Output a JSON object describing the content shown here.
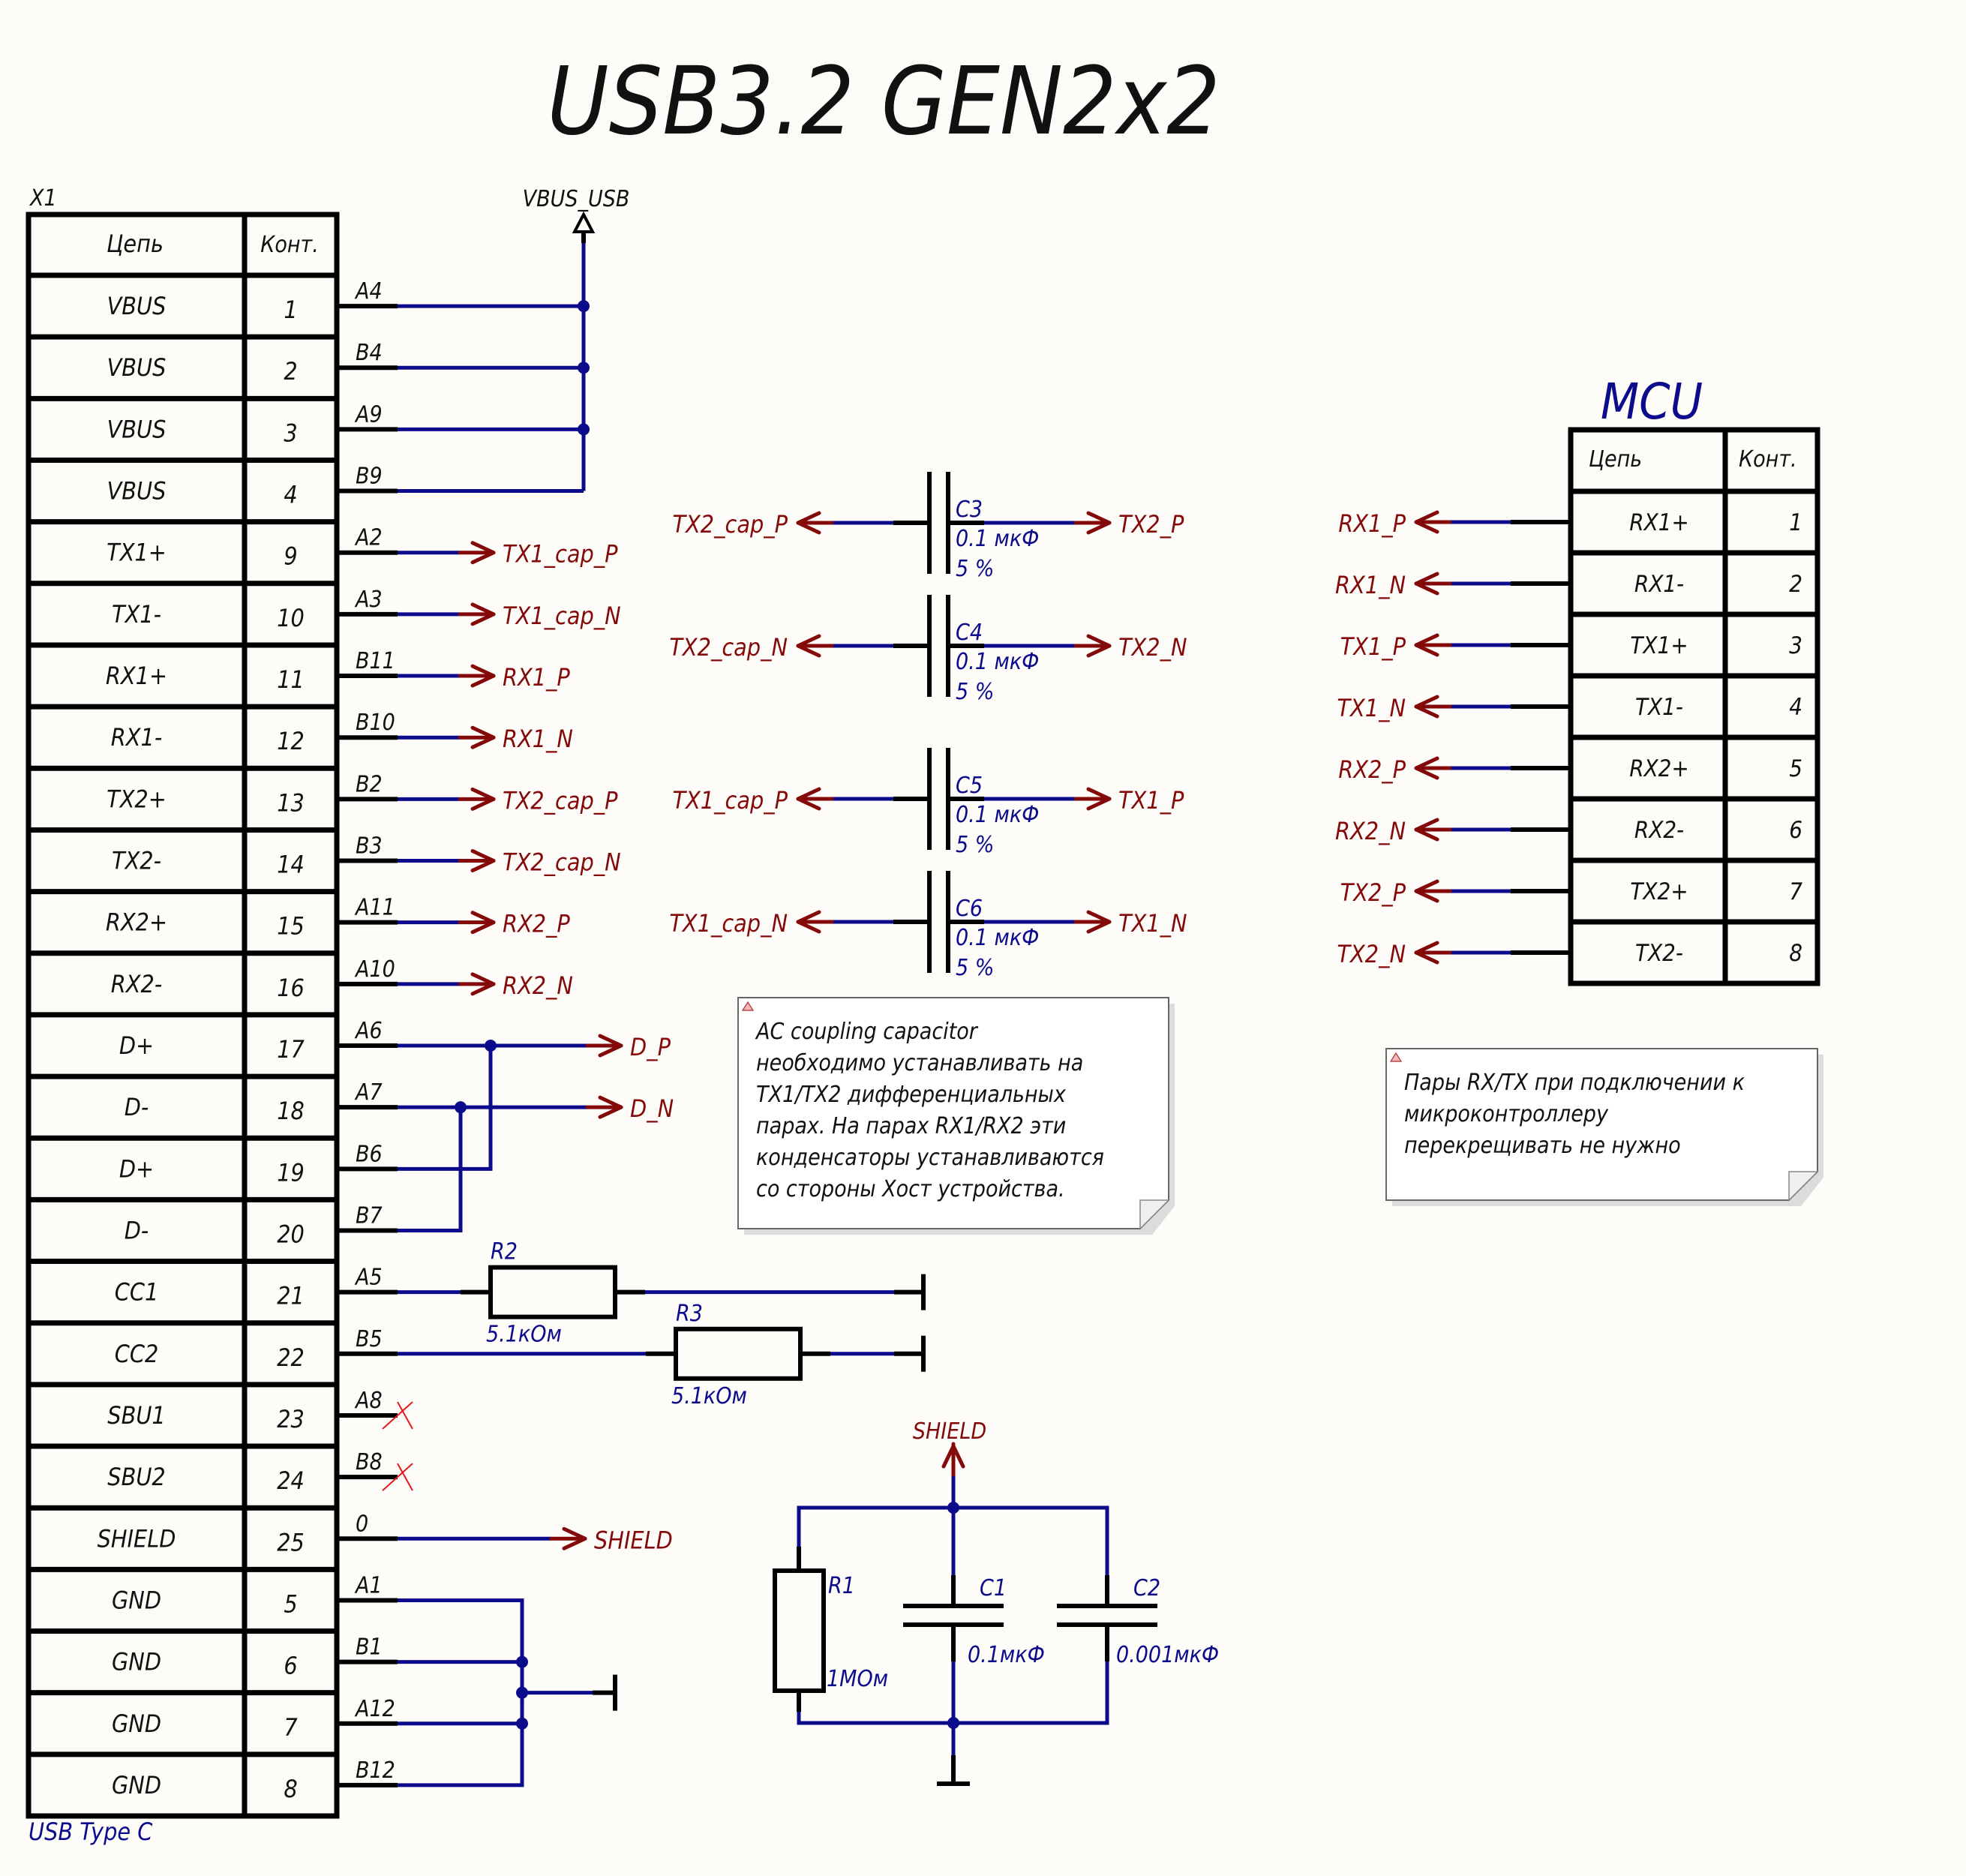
{
  "title": "USB3.2 GEN2x2",
  "connector": {
    "ref": "X1",
    "footer": "USB Type C",
    "headers": {
      "net": "Цепь",
      "pin": "Конт."
    },
    "rows": [
      {
        "net": "VBUS",
        "pin": "1",
        "pad": "A4"
      },
      {
        "net": "VBUS",
        "pin": "2",
        "pad": "B4"
      },
      {
        "net": "VBUS",
        "pin": "3",
        "pad": "A9"
      },
      {
        "net": "VBUS",
        "pin": "4",
        "pad": "B9"
      },
      {
        "net": "TX1+",
        "pin": "9",
        "pad": "A2",
        "label": "TX1_cap_P"
      },
      {
        "net": "TX1-",
        "pin": "10",
        "pad": "A3",
        "label": "TX1_cap_N"
      },
      {
        "net": "RX1+",
        "pin": "11",
        "pad": "B11",
        "label": "RX1_P"
      },
      {
        "net": "RX1-",
        "pin": "12",
        "pad": "B10",
        "label": "RX1_N"
      },
      {
        "net": "TX2+",
        "pin": "13",
        "pad": "B2",
        "label": "TX2_cap_P"
      },
      {
        "net": "TX2-",
        "pin": "14",
        "pad": "B3",
        "label": "TX2_cap_N"
      },
      {
        "net": "RX2+",
        "pin": "15",
        "pad": "A11",
        "label": "RX2_P"
      },
      {
        "net": "RX2-",
        "pin": "16",
        "pad": "A10",
        "label": "RX2_N"
      },
      {
        "net": "D+",
        "pin": "17",
        "pad": "A6",
        "label": "D_P"
      },
      {
        "net": "D-",
        "pin": "18",
        "pad": "A7",
        "label": "D_N"
      },
      {
        "net": "D+",
        "pin": "19",
        "pad": "B6"
      },
      {
        "net": "D-",
        "pin": "20",
        "pad": "B7"
      },
      {
        "net": "CC1",
        "pin": "21",
        "pad": "A5"
      },
      {
        "net": "CC2",
        "pin": "22",
        "pad": "B5"
      },
      {
        "net": "SBU1",
        "pin": "23",
        "pad": "A8",
        "no_connect": true
      },
      {
        "net": "SBU2",
        "pin": "24",
        "pad": "B8",
        "no_connect": true
      },
      {
        "net": "SHIELD",
        "pin": "25",
        "pad": "0",
        "label": "SHIELD"
      },
      {
        "net": "GND",
        "pin": "5",
        "pad": "A1"
      },
      {
        "net": "GND",
        "pin": "6",
        "pad": "B1"
      },
      {
        "net": "GND",
        "pin": "7",
        "pad": "A12"
      },
      {
        "net": "GND",
        "pin": "8",
        "pad": "B12"
      }
    ]
  },
  "power_port": {
    "label": "VBUS_USB"
  },
  "coupling_caps": [
    {
      "ref": "C3",
      "value": "0.1 мкФ",
      "tolerance": "5 %",
      "left": "TX2_cap_P",
      "right": "TX2_P"
    },
    {
      "ref": "C4",
      "value": "0.1 мкФ",
      "tolerance": "5 %",
      "left": "TX2_cap_N",
      "right": "TX2_N"
    },
    {
      "ref": "C5",
      "value": "0.1 мкФ",
      "tolerance": "5 %",
      "left": "TX1_cap_P",
      "right": "TX1_P"
    },
    {
      "ref": "C6",
      "value": "0.1 мкФ",
      "tolerance": "5 %",
      "left": "TX1_cap_N",
      "right": "TX1_N"
    }
  ],
  "cc_resistors": [
    {
      "ref": "R2",
      "value": "5.1кОм"
    },
    {
      "ref": "R3",
      "value": "5.1кОм"
    }
  ],
  "mcu": {
    "title": "MCU",
    "headers": {
      "net": "Цепь",
      "pin": "Конт."
    },
    "rows": [
      {
        "net": "RX1+",
        "pin": "1",
        "label": "RX1_P"
      },
      {
        "net": "RX1-",
        "pin": "2",
        "label": "RX1_N"
      },
      {
        "net": "TX1+",
        "pin": "3",
        "label": "TX1_P"
      },
      {
        "net": "TX1-",
        "pin": "4",
        "label": "TX1_N"
      },
      {
        "net": "RX2+",
        "pin": "5",
        "label": "RX2_P"
      },
      {
        "net": "RX2-",
        "pin": "6",
        "label": "RX2_N"
      },
      {
        "net": "TX2+",
        "pin": "7",
        "label": "TX2_P"
      },
      {
        "net": "TX2-",
        "pin": "8",
        "label": "TX2_N"
      }
    ]
  },
  "shield_filter": {
    "port": "SHIELD",
    "r1": {
      "ref": "R1",
      "value": "1МОм"
    },
    "c1": {
      "ref": "C1",
      "value": "0.1мкФ"
    },
    "c2": {
      "ref": "C2",
      "value": "0.001мкФ"
    }
  },
  "notes": [
    {
      "lines": [
        "AC coupling capacitor",
        "необходимо устанавливать на",
        "TX1/TX2 дифференциальных",
        "парах. На парах RX1/RX2 эти",
        "конденсаторы устанавливаются",
        "со стороны Хост устройства."
      ]
    },
    {
      "lines": [
        "Пары RX/TX при подключении к",
        "микроконтроллеру",
        "перекрещивать не нужно"
      ]
    }
  ],
  "colors": {
    "wire": "#0b0b8c",
    "net_label": "#840a0a",
    "background": "#fdfcf8",
    "no_connect": "#e21b1b"
  }
}
